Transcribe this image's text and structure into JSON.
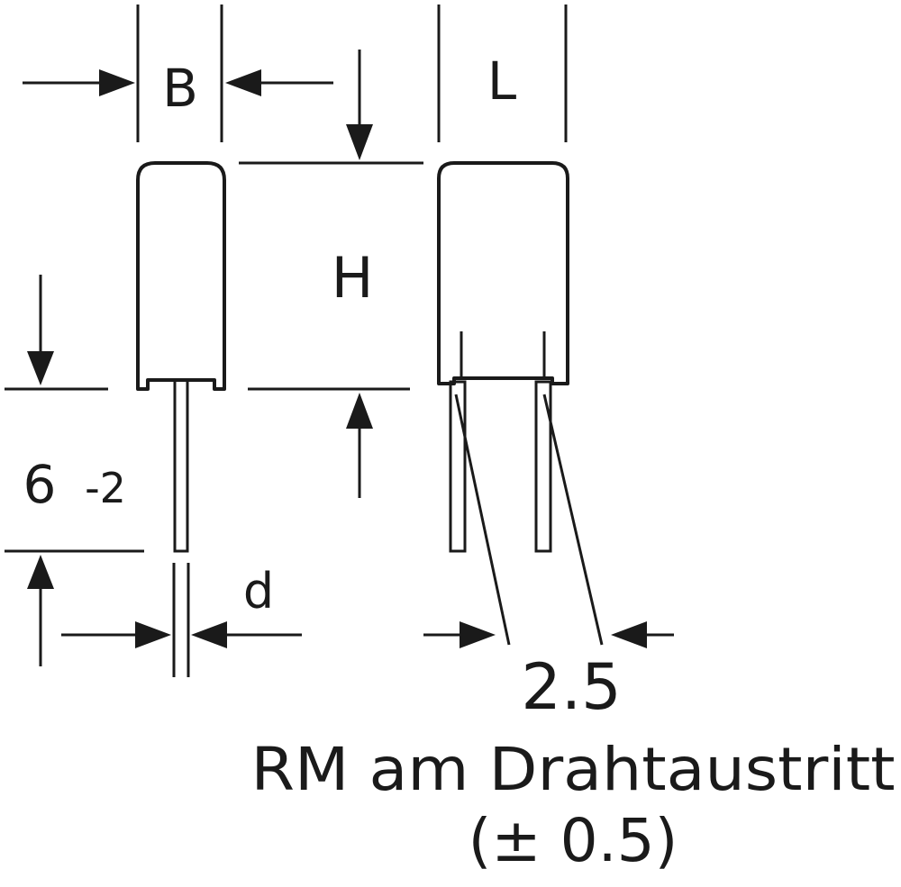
{
  "labels": {
    "width": "B",
    "length": "L",
    "height": "H",
    "lead_length": "6",
    "lead_length_tolerance": "-2",
    "lead_diameter": "d",
    "pitch_value": "2.5",
    "pitch_caption": "RM am Drahtaustritt",
    "pitch_tolerance": "(± 0.5)"
  },
  "colors": {
    "line": "#1a1a1a",
    "background": "#ffffff"
  }
}
